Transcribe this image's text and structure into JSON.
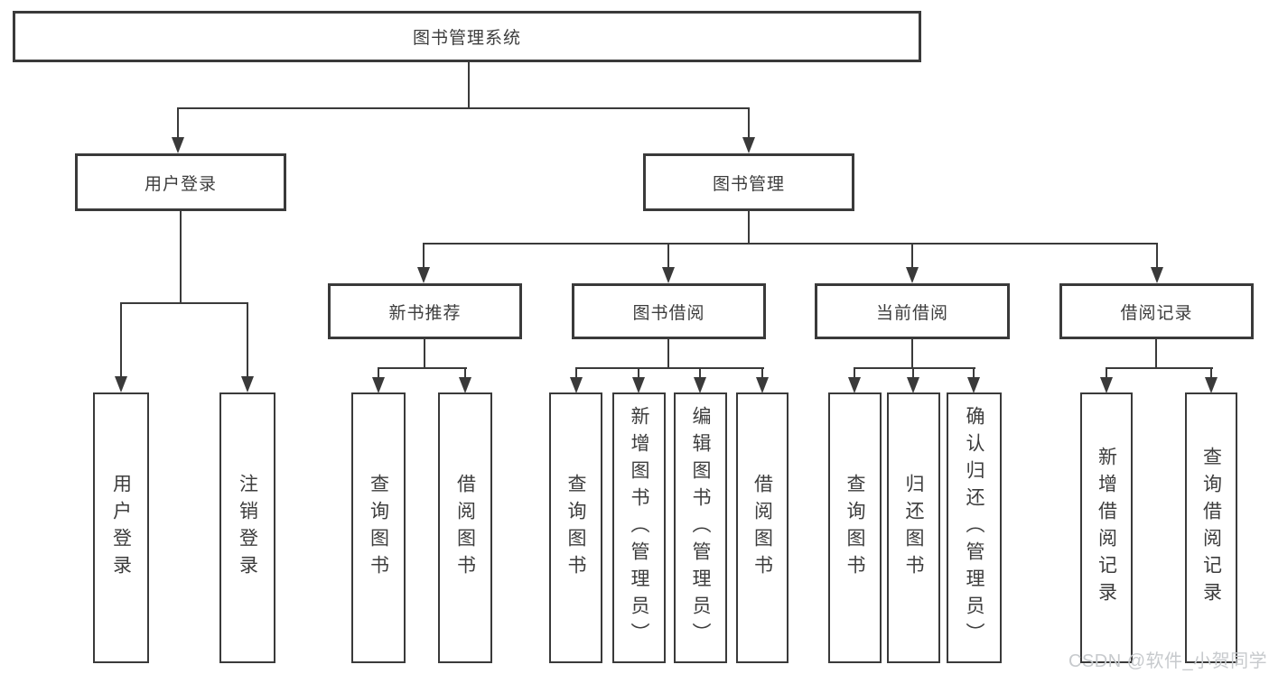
{
  "watermark": "CSDN @软件_小贺同学",
  "colors": {
    "line": "#3a3a3a",
    "text": "#3d3d3d",
    "background": "#ffffff",
    "watermark": "#c7cacd"
  },
  "tree": {
    "root": "图书管理系统",
    "user_login": {
      "label": "用户登录",
      "children": {
        "login": "用户登录",
        "logout": "注销登录"
      }
    },
    "book_mgmt": {
      "label": "图书管理",
      "children": {
        "new_rec": {
          "label": "新书推荐",
          "children": {
            "query": "查询图书",
            "borrow": "借阅图书"
          }
        },
        "borrow": {
          "label": "图书借阅",
          "children": {
            "query": "查询图书",
            "add": "新增图书（管理员）",
            "edit": "编辑图书（管理员）",
            "borrow": "借阅图书"
          }
        },
        "current": {
          "label": "当前借阅",
          "children": {
            "query": "查询图书",
            "return": "归还图书",
            "confirm": "确认归还（管理员）"
          }
        },
        "record": {
          "label": "借阅记录",
          "children": {
            "add": "新增借阅记录",
            "query": "查询借阅记录"
          }
        }
      }
    }
  }
}
